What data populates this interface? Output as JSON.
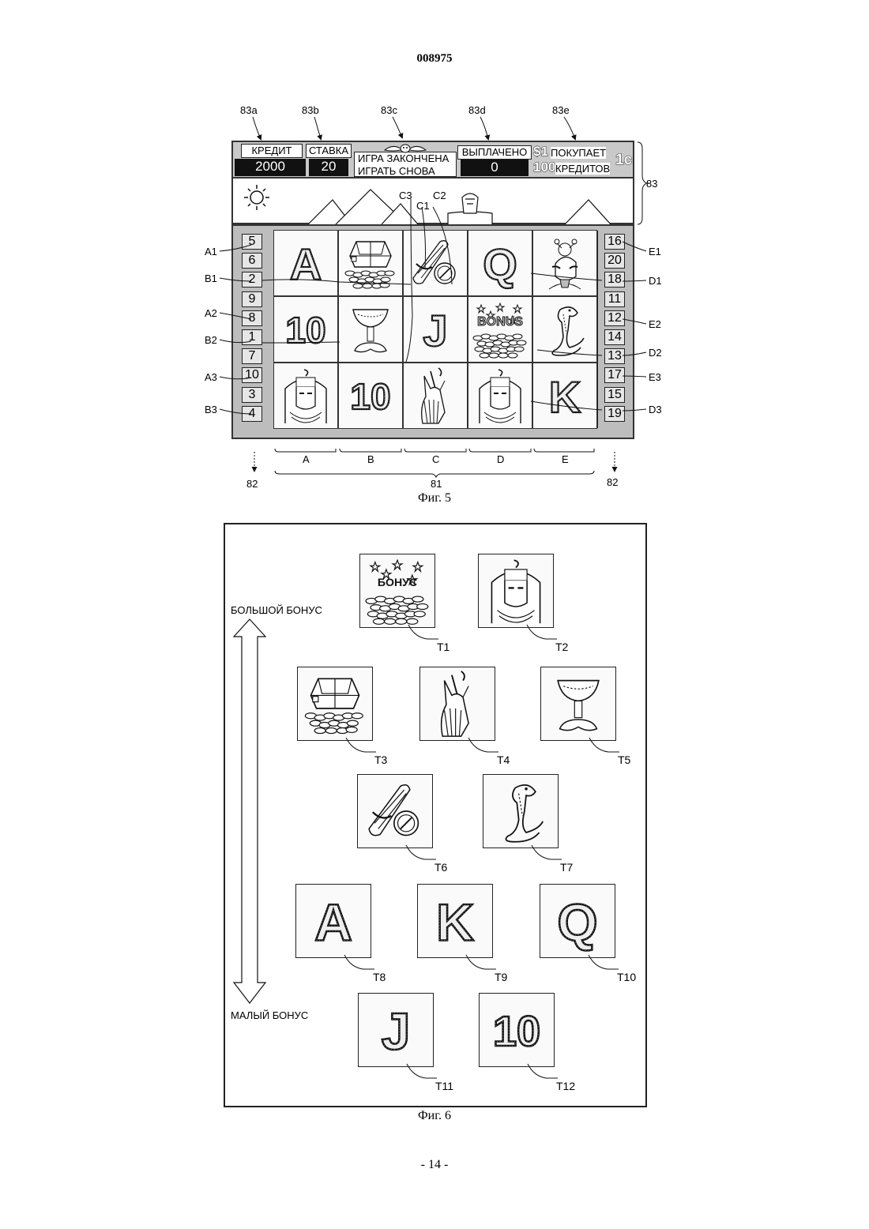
{
  "doc": {
    "number": "008975",
    "page": "- 14 -"
  },
  "fig5": {
    "caption": "Фиг. 5",
    "callouts_top": [
      "83a",
      "83b",
      "83c",
      "83d",
      "83e"
    ],
    "callout_83": "83",
    "callout_81": "81",
    "callout_82": "82",
    "header": {
      "credit_label": "КРЕДИТ",
      "credit_value": "2000",
      "bet_label": "СТАВКА",
      "bet_value": "20",
      "msg_line1": "ИГРА ЗАКОНЧЕНА",
      "msg_line2": "ИГРАТЬ СНОВА",
      "paid_label": "ВЫПЛАЧЕНО",
      "paid_value": "0",
      "buy_price": "$1",
      "buy_line1": "ПОКУПАЕТ",
      "buy_qty": "100",
      "buy_line2": "КРЕДИТОВ",
      "buy_cents": "1c"
    },
    "left_paylines": [
      "5",
      "6",
      "2",
      "9",
      "8",
      "1",
      "7",
      "10",
      "3",
      "4"
    ],
    "right_paylines": [
      "16",
      "20",
      "18",
      "11",
      "12",
      "14",
      "13",
      "17",
      "15",
      "19"
    ],
    "left_refs": [
      "A1",
      "B1",
      "A2",
      "B2",
      "A3",
      "B3"
    ],
    "right_refs": [
      "E1",
      "D1",
      "E2",
      "D2",
      "E3",
      "D3"
    ],
    "top_refs": [
      "C3",
      "C1",
      "C2"
    ],
    "reel_labels": [
      "A",
      "B",
      "C",
      "D",
      "E"
    ],
    "grid": [
      [
        "A",
        "chest",
        "scroll",
        "Q",
        "pharaoh-god"
      ],
      [
        "10",
        "goblet",
        "J",
        "bonus",
        "cobra"
      ],
      [
        "pharaoh",
        "10",
        "anubis",
        "pharaoh",
        "K"
      ]
    ],
    "bonus_text": "BONUS"
  },
  "fig6": {
    "caption": "Фиг. 6",
    "axis_top": "БОЛЬШОЙ БОНУС",
    "axis_bottom": "МАЛЫЙ БОНУС",
    "bonus_tile_text": "БОНУС",
    "tiles": [
      {
        "id": "T1",
        "symbol": "bonus"
      },
      {
        "id": "T2",
        "symbol": "pharaoh"
      },
      {
        "id": "T3",
        "symbol": "chest"
      },
      {
        "id": "T4",
        "symbol": "anubis"
      },
      {
        "id": "T5",
        "symbol": "goblet"
      },
      {
        "id": "T6",
        "symbol": "scroll"
      },
      {
        "id": "T7",
        "symbol": "cobra"
      },
      {
        "id": "T8",
        "symbol": "A"
      },
      {
        "id": "T9",
        "symbol": "K"
      },
      {
        "id": "T10",
        "symbol": "Q"
      },
      {
        "id": "T11",
        "symbol": "J"
      },
      {
        "id": "T12",
        "symbol": "10"
      }
    ]
  }
}
